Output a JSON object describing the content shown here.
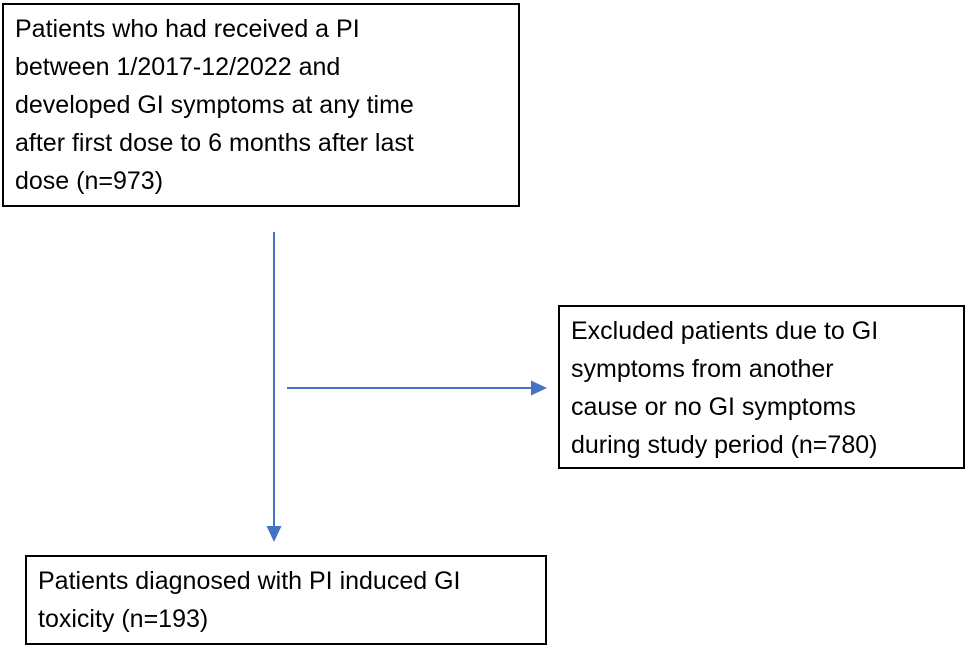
{
  "palette": {
    "arrow": "#4472C4",
    "box_border": "#000000",
    "text": "#000000",
    "background": "#ffffff"
  },
  "flowchart": {
    "top_box": {
      "text": "Patients who had received a PI between 1/2017-12/2022 and developed GI symptoms at any time after first dose to 6 months after last dose (n=973)",
      "lines": [
        "Patients who had received a PI",
        "between 1/2017-12/2022 and",
        "developed GI symptoms at any time",
        "after first dose to 6 months after last",
        "dose (n=973)"
      ],
      "n": 973
    },
    "excluded_box": {
      "text": "Excluded patients due to GI symptoms from another cause or no GI symptoms during study period (n=780)",
      "lines": [
        "Excluded patients due to GI",
        "symptoms from another",
        "cause or no GI symptoms",
        "during study period (n=780)"
      ],
      "n": 780
    },
    "outcome_box": {
      "text": "Patients diagnosed with PI induced GI toxicity (n=193)",
      "lines": [
        "Patients diagnosed with PI induced GI",
        "toxicity (n=193)"
      ],
      "n": 193
    }
  }
}
